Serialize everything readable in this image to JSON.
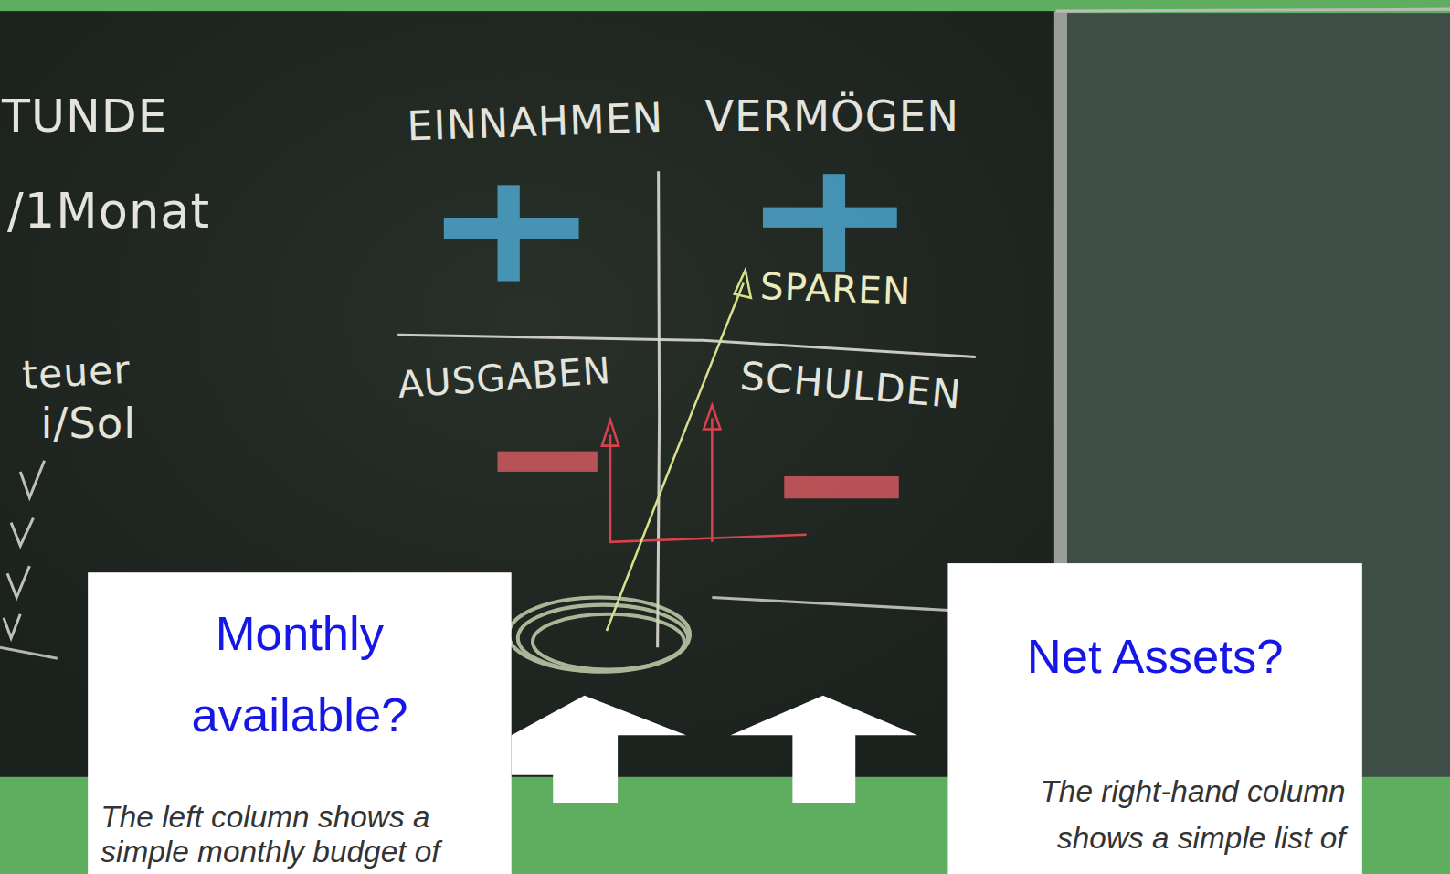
{
  "diagram": {
    "nodes": [
      {
        "text": [
          "Monthly available?",
          "The left column shows a simple monthly budget of"
        ]
      },
      {
        "text": [
          "Net Assets?",
          "The right-hand column shows a simple list of"
        ]
      }
    ],
    "labels": [
      "TUNDE",
      "/1Monat",
      "teuer",
      "i/Sol",
      "EINNAHMEN",
      "VERMÖGEN",
      "SPAREN",
      "AUSGABEN",
      "SCHULDEN"
    ]
  }
}
